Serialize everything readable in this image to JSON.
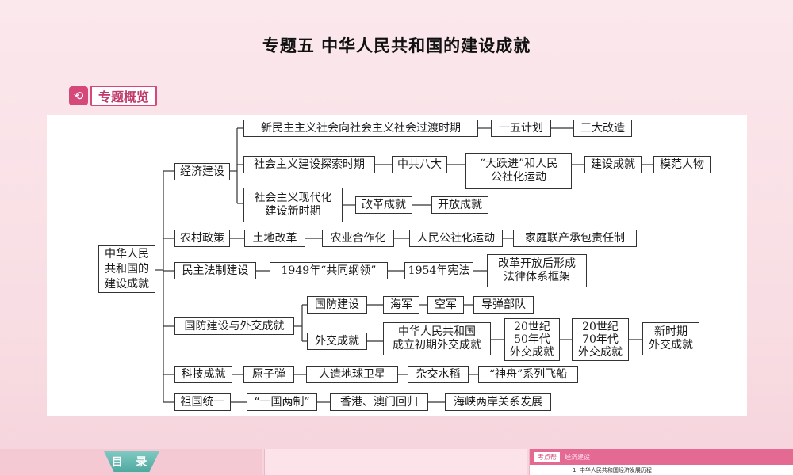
{
  "title": "专题五  中华人民共和国的建设成就",
  "overview": {
    "icon": "refresh-icon",
    "label": "专题概览"
  },
  "diagram": {
    "root": "中华人民\n共和国的\n建设成就",
    "economy": {
      "label": "经济建设",
      "row1": [
        "新民主主义社会向社会主义社会过渡时期",
        "一五计划",
        "三大改造"
      ],
      "row2": [
        "社会主义建设探索时期",
        "中共八大",
        "“大跃进”和人民\n公社化运动",
        "建设成就",
        "模范人物"
      ],
      "row3": [
        "社会主义现代化\n建设新时期",
        "改革成就",
        "开放成就"
      ]
    },
    "rural": {
      "label": "农村政策",
      "items": [
        "土地改革",
        "农业合作化",
        "人民公社化运动",
        "家庭联产承包责任制"
      ]
    },
    "democracy": {
      "label": "民主法制建设",
      "items": [
        "1949年“共同纲领”",
        "1954年宪法",
        "改革开放后形成\n法律体系框架"
      ]
    },
    "defense": {
      "label": "国防建设与外交成就",
      "defense_row": {
        "label": "国防建设",
        "items": [
          "海军",
          "空军",
          "导弹部队"
        ]
      },
      "diplomacy_row": {
        "label": "外交成就",
        "items": [
          "中华人民共和国\n成立初期外交成就",
          "20世纪\n50年代\n外交成就",
          "20世纪\n70年代\n外交成就",
          "新时期\n外交成就"
        ]
      }
    },
    "tech": {
      "label": "科技成就",
      "items": [
        "原子弹",
        "人造地球卫星",
        "杂交水稻",
        "“神舟”系列飞船"
      ]
    },
    "unification": {
      "label": "祖国统一",
      "items": [
        "“一国两制”",
        "香港、澳门回归",
        "海峡两岸关系发展"
      ]
    }
  },
  "footer": {
    "mulu": "目 录",
    "kaodian_tag": "考点帮",
    "kaodian_sub": "经济建设",
    "kaodian_line": "1. 中华人民共和国经济发展历程"
  }
}
